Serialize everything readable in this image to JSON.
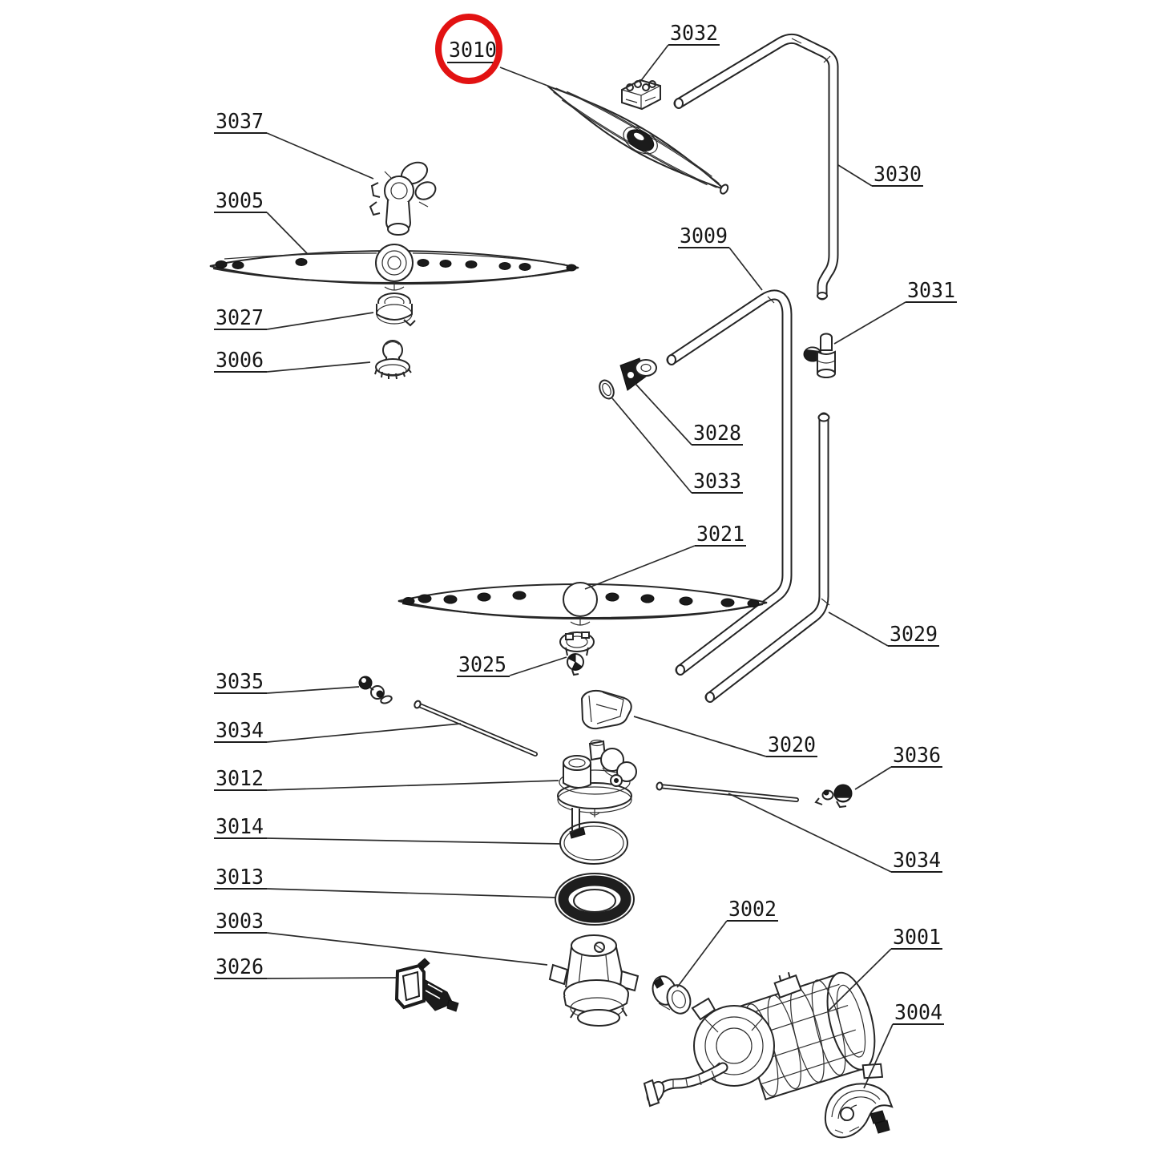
{
  "diagram": {
    "kind": "exploded-parts-diagram",
    "subject": "dishwasher spray arm and pump assembly schematic",
    "background_color": "#ffffff",
    "line_color": "#1f1f1f",
    "highlight_color": "#e21212",
    "highlighted_part": "3010",
    "labels": [
      {
        "id": "3010",
        "text": "3010",
        "highlighted": true
      },
      {
        "id": "3032",
        "text": "3032",
        "highlighted": false
      },
      {
        "id": "3030",
        "text": "3030",
        "highlighted": false
      },
      {
        "id": "3037",
        "text": "3037",
        "highlighted": false
      },
      {
        "id": "3005",
        "text": "3005",
        "highlighted": false
      },
      {
        "id": "3009",
        "text": "3009",
        "highlighted": false
      },
      {
        "id": "3031",
        "text": "3031",
        "highlighted": false
      },
      {
        "id": "3027",
        "text": "3027",
        "highlighted": false
      },
      {
        "id": "3006",
        "text": "3006",
        "highlighted": false
      },
      {
        "id": "3028",
        "text": "3028",
        "highlighted": false
      },
      {
        "id": "3033",
        "text": "3033",
        "highlighted": false
      },
      {
        "id": "3021",
        "text": "3021",
        "highlighted": false
      },
      {
        "id": "3029",
        "text": "3029",
        "highlighted": false
      },
      {
        "id": "3025",
        "text": "3025",
        "highlighted": false
      },
      {
        "id": "3035",
        "text": "3035",
        "highlighted": false
      },
      {
        "id": "3034a",
        "text": "3034",
        "highlighted": false
      },
      {
        "id": "3020",
        "text": "3020",
        "highlighted": false
      },
      {
        "id": "3036",
        "text": "3036",
        "highlighted": false
      },
      {
        "id": "3012",
        "text": "3012",
        "highlighted": false
      },
      {
        "id": "3014",
        "text": "3014",
        "highlighted": false
      },
      {
        "id": "3034b",
        "text": "3034",
        "highlighted": false
      },
      {
        "id": "3013",
        "text": "3013",
        "highlighted": false
      },
      {
        "id": "3003",
        "text": "3003",
        "highlighted": false
      },
      {
        "id": "3026",
        "text": "3026",
        "highlighted": false
      },
      {
        "id": "3002",
        "text": "3002",
        "highlighted": false
      },
      {
        "id": "3001",
        "text": "3001",
        "highlighted": false
      },
      {
        "id": "3004",
        "text": "3004",
        "highlighted": false
      }
    ]
  }
}
